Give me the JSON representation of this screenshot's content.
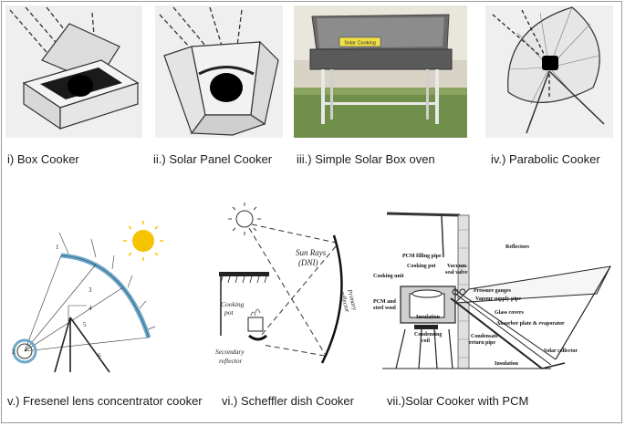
{
  "captions": {
    "c1": "i) Box Cooker",
    "c2": "ii.) Solar Panel Cooker",
    "c3": "iii.) Simple Solar Box oven",
    "c4": "iv.) Parabolic Cooker",
    "c5": "v.) Fresenel lens concentrator cooker",
    "c6": "vi.) Scheffler dish Cooker",
    "c7": "vii.)Solar Cooker with PCM"
  },
  "fresnel_labels": {
    "l1": "1",
    "l2": "2",
    "l3": "3",
    "l4": "4",
    "l5": "5",
    "l6": "6"
  },
  "scheffler_labels": {
    "sun_rays": "Sun Rays",
    "dni": "(DNI)",
    "primary": "Primary",
    "reflector1": "reflector",
    "cooking": "Cooking",
    "pot": "pot",
    "secondary": "Secondary",
    "reflector2": "reflector"
  },
  "pcm_labels": {
    "pcm_filling_pipe": "PCM filling pipe",
    "cooking_pot": "Cooking pot",
    "vacuum": "Vacuum",
    "seal_valve": "seal valve",
    "cooking_unit": "Cooking unit",
    "reflectors": "Reflectors",
    "pressure_gauges": "Pressure gauges",
    "vapour_supply_pipe": "Vapour supply  pipe",
    "pcm_and": "PCM and",
    "steel_wool": "steel wool",
    "glass_covers": "Glass covers",
    "insulation1": "Insulation",
    "absorber": "Absorber plate & evaporator",
    "condensing": "Condensing",
    "coil": "coil",
    "condensate": "Condensate",
    "return_pipe": "return pipe",
    "solar_collector": "Solar collector",
    "insulation2": "Insulation"
  },
  "oven_sign": "Solar Cooking",
  "colors": {
    "line": "#2a2a2a",
    "fill_dark": "#111111",
    "panel_bg": "#f2f2f2",
    "sun": "#f5c400",
    "lens": "#6fa8c8",
    "grass": "#6f8f4a",
    "sky": "#d9d2c2",
    "oven_sign": "#f2e24a"
  }
}
